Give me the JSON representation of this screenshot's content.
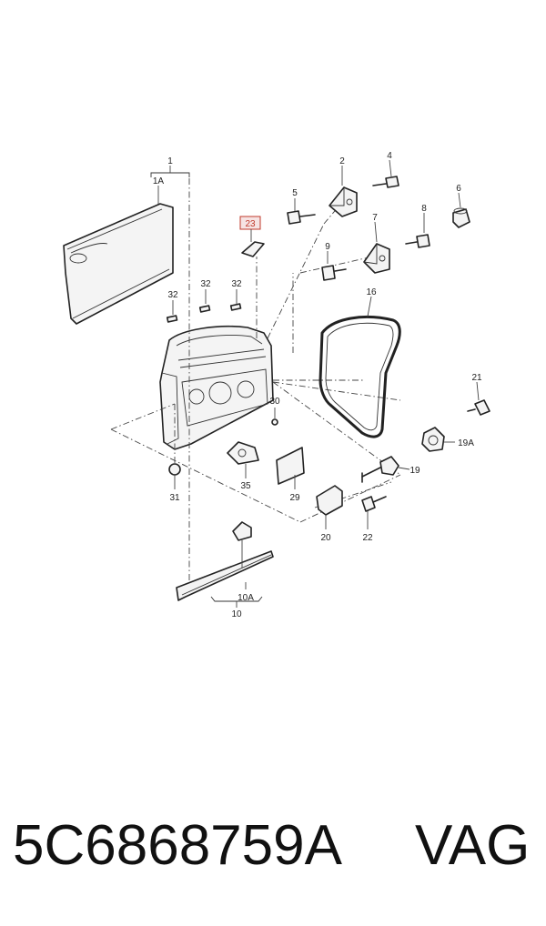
{
  "diagram": {
    "callouts": [
      "1",
      "1A",
      "2",
      "4",
      "5",
      "6",
      "7",
      "8",
      "9",
      "10",
      "10A",
      "16",
      "19",
      "19A",
      "20",
      "21",
      "22",
      "23",
      "29",
      "30",
      "31",
      "32",
      "32",
      "32",
      "35"
    ],
    "highlighted_callout": "23",
    "highlight_color": "#c0392b"
  },
  "footer": {
    "part_number": "5C6868759A",
    "brand": "VAG"
  }
}
